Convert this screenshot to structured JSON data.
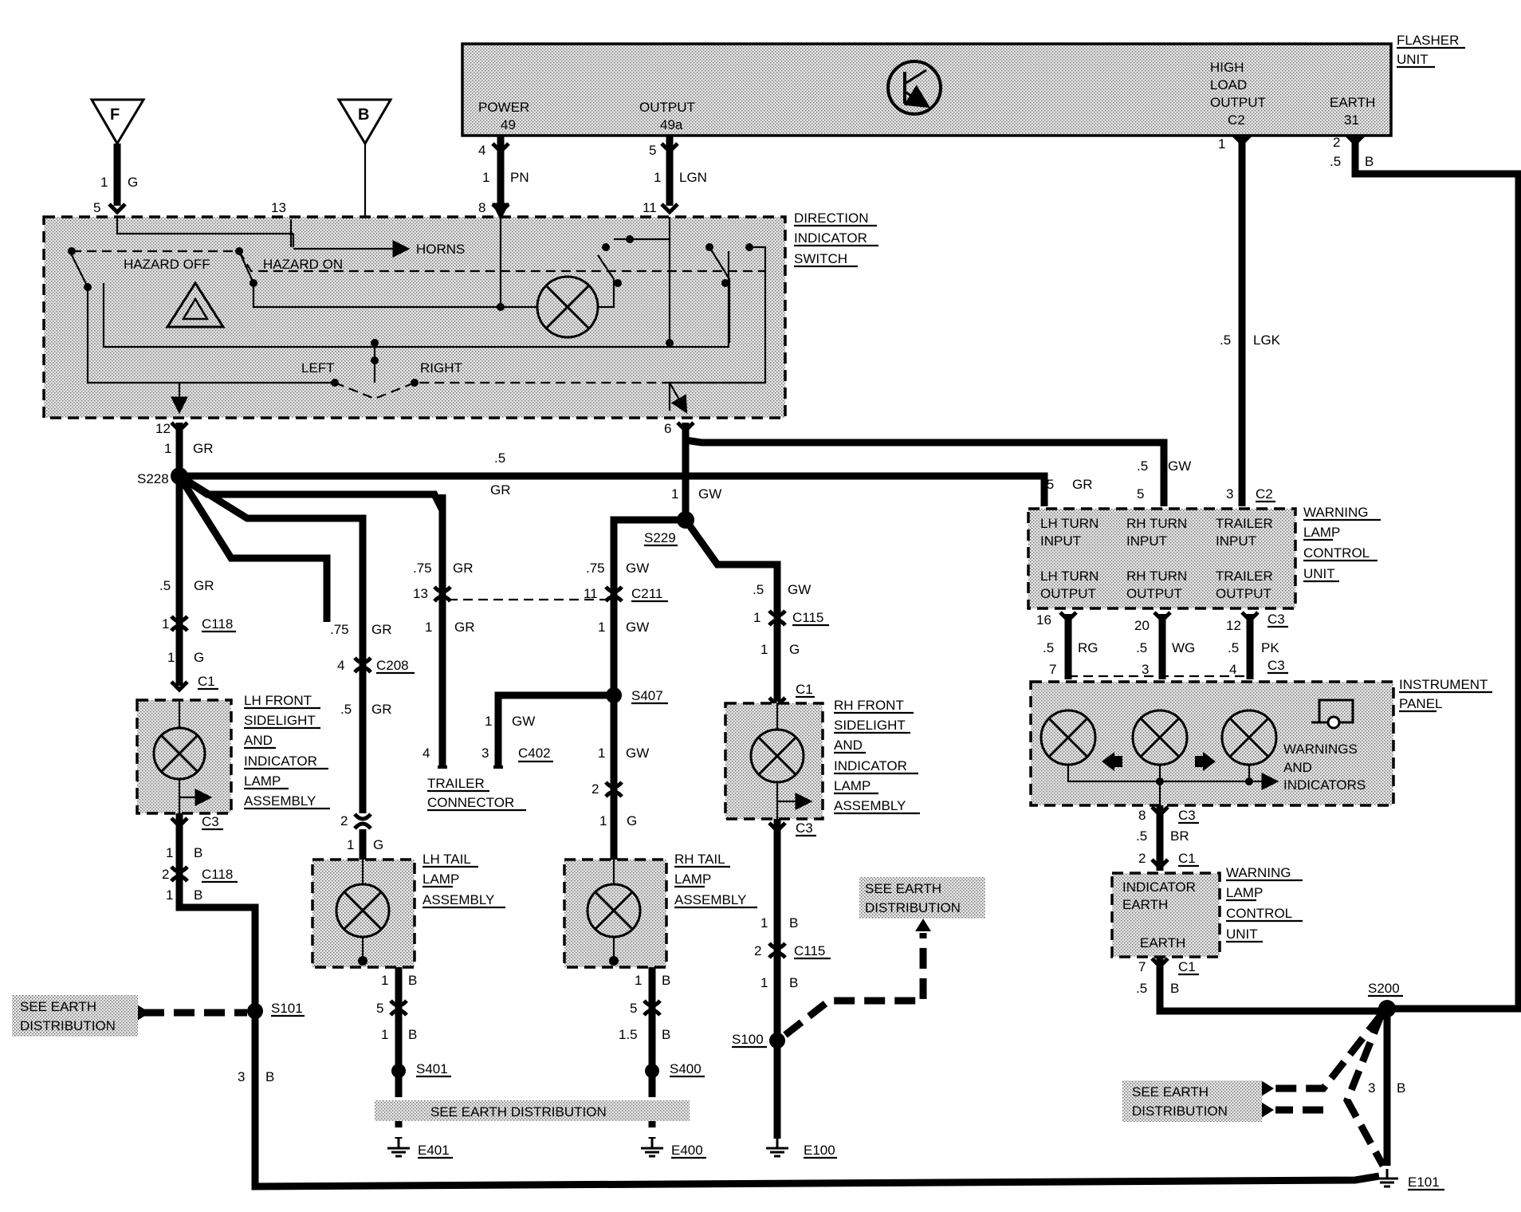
{
  "flasher": {
    "title_line1": "FLASHER",
    "title_line2": "UNIT",
    "power": "POWER",
    "power_pin": "49",
    "output": "OUTPUT",
    "output_pin": "49a",
    "high": "HIGH",
    "load": "LOAD",
    "high_output": "OUTPUT",
    "high_pin": "C2",
    "earth": "EARTH",
    "earth_pin": "31"
  },
  "switch": {
    "line1": "DIRECTION",
    "line2": "INDICATOR",
    "line3": "SWITCH",
    "hazard_off": "HAZARD OFF",
    "hazard_on": "HAZARD ON",
    "horns": "HORNS",
    "left": "LEFT",
    "right": "RIGHT",
    "f": "F",
    "b": "B"
  },
  "wcu_top": {
    "line1": "WARNING",
    "line2": "LAMP",
    "line3": "CONTROL",
    "line4": "UNIT",
    "lh_in_1": "LH TURN",
    "lh_in_2": "INPUT",
    "rh_in_1": "RH TURN",
    "rh_in_2": "INPUT",
    "tr_in_1": "TRAILER",
    "tr_in_2": "INPUT",
    "lh_out_1": "LH TURN",
    "lh_out_2": "OUTPUT",
    "rh_out_1": "RH TURN",
    "rh_out_2": "OUTPUT",
    "tr_out_1": "TRAILER",
    "tr_out_2": "OUTPUT"
  },
  "instrument": {
    "line1": "INSTRUMENT",
    "line2": "PANEL",
    "warn1": "WARNINGS",
    "warn2": "AND",
    "warn3": "INDICATORS"
  },
  "wcu_bottom": {
    "line1": "WARNING",
    "line2": "LAMP",
    "line3": "CONTROL",
    "line4": "UNIT",
    "ind1": "INDICATOR",
    "ind2": "EARTH",
    "earth": "EARTH"
  },
  "lamps": {
    "lh_front": [
      "LH FRONT",
      "SIDELIGHT",
      "AND",
      "INDICATOR",
      "LAMP",
      "ASSEMBLY"
    ],
    "rh_front": [
      "RH FRONT",
      "SIDELIGHT",
      "AND",
      "INDICATOR",
      "LAMP",
      "ASSEMBLY"
    ],
    "lh_tail": [
      "LH TAIL",
      "LAMP",
      "ASSEMBLY"
    ],
    "rh_tail": [
      "RH TAIL",
      "LAMP",
      "ASSEMBLY"
    ],
    "trailer": [
      "TRAILER",
      "CONNECTOR"
    ]
  },
  "earth_refs": {
    "see1": "SEE EARTH",
    "dist1": "DISTRIBUTION",
    "see_full": "SEE EARTH DISTRIBUTION"
  },
  "splices": [
    "S228",
    "S229",
    "S407",
    "S101",
    "S401",
    "S400",
    "S100",
    "S200"
  ],
  "grounds": [
    "E401",
    "E400",
    "E100",
    "E101"
  ],
  "connectors": {
    "c118": "C118",
    "c208": "C208",
    "c211": "C211",
    "c115": "C115",
    "c1": "C1",
    "c3": "C3",
    "c402": "C402",
    "c2": "C2"
  },
  "wires": {
    "g": "G",
    "pn": "PN",
    "lgn": "LGN",
    "b": "B",
    "lgk": "LGK",
    "gr": "GR",
    "gw": "GW",
    "rg": "RG",
    "wg": "WG",
    "pk": "PK",
    "br": "BR"
  },
  "nums": {
    "n1": "1",
    "n2": "2",
    "n3": "3",
    "n4": "4",
    "n5": "5",
    "n6": "6",
    "n7": "7",
    "n8": "8",
    "n11": "11",
    "n12": "12",
    "n13": "13",
    "n16": "16",
    "n20": "20",
    "p5": ".5",
    "p75": ".75",
    "n1_5": "1.5"
  }
}
